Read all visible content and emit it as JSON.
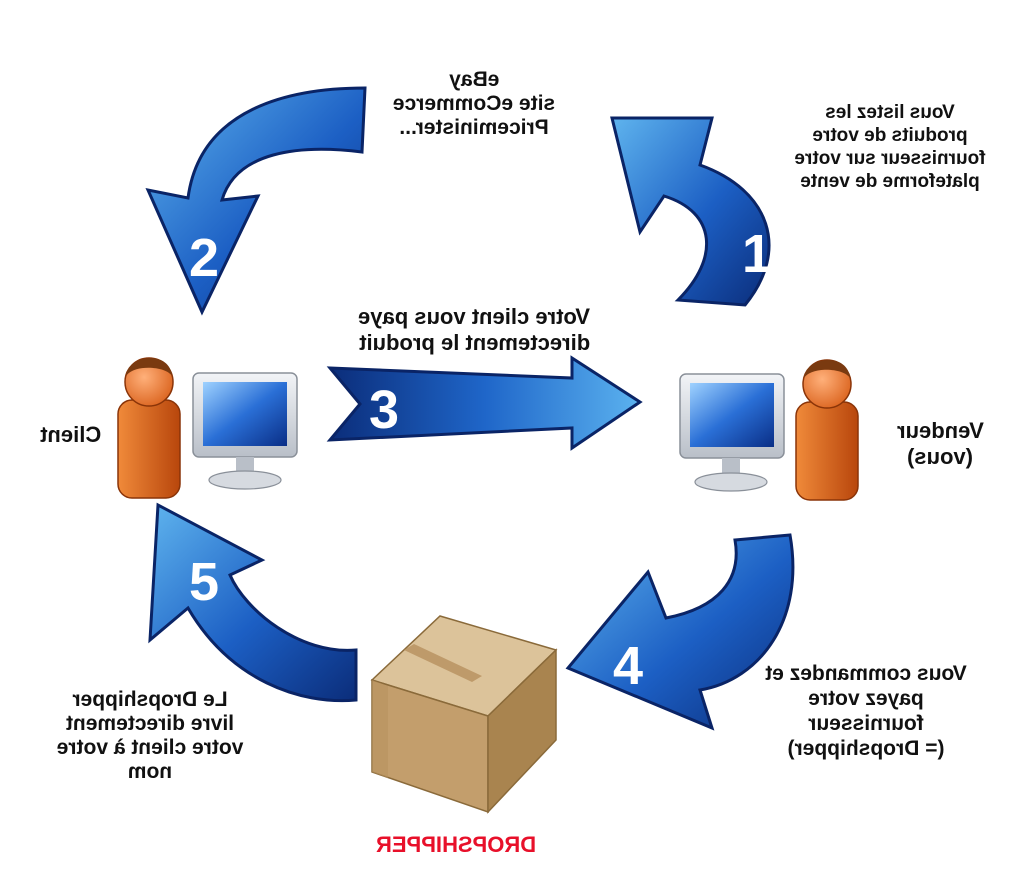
{
  "labels": {
    "step1": [
      "Vous listez les",
      "produits de votre",
      "fournisseur sur votre",
      "plateforme de vente"
    ],
    "step2": [
      "eBay",
      "site eCommerce",
      "Priceminister..."
    ],
    "step3": [
      "Votre client vous paye",
      "directement le produit"
    ],
    "step4": [
      "Vous  commandez et",
      "payez votre",
      "fournisseur",
      "(= Dropshipper)"
    ],
    "step5": [
      "Le Dropshipper",
      "livre directement",
      "votre client à votre",
      "nom"
    ],
    "client": "Client",
    "vendor": [
      "Vendeur",
      "(vous)"
    ],
    "dropshipper": "DROPSHIPPER"
  },
  "steps": [
    "1",
    "2",
    "3",
    "4",
    "5"
  ],
  "icons": [
    "person-icon",
    "computer-monitor-icon",
    "cardboard-box-icon"
  ],
  "colors": {
    "arrow_dark": "#0b2d7a",
    "arrow_light": "#4aa3e6",
    "person": "#e06a1a",
    "person_hair": "#7a3a10",
    "box": "#c9a878",
    "accent_red": "#e8102a"
  }
}
